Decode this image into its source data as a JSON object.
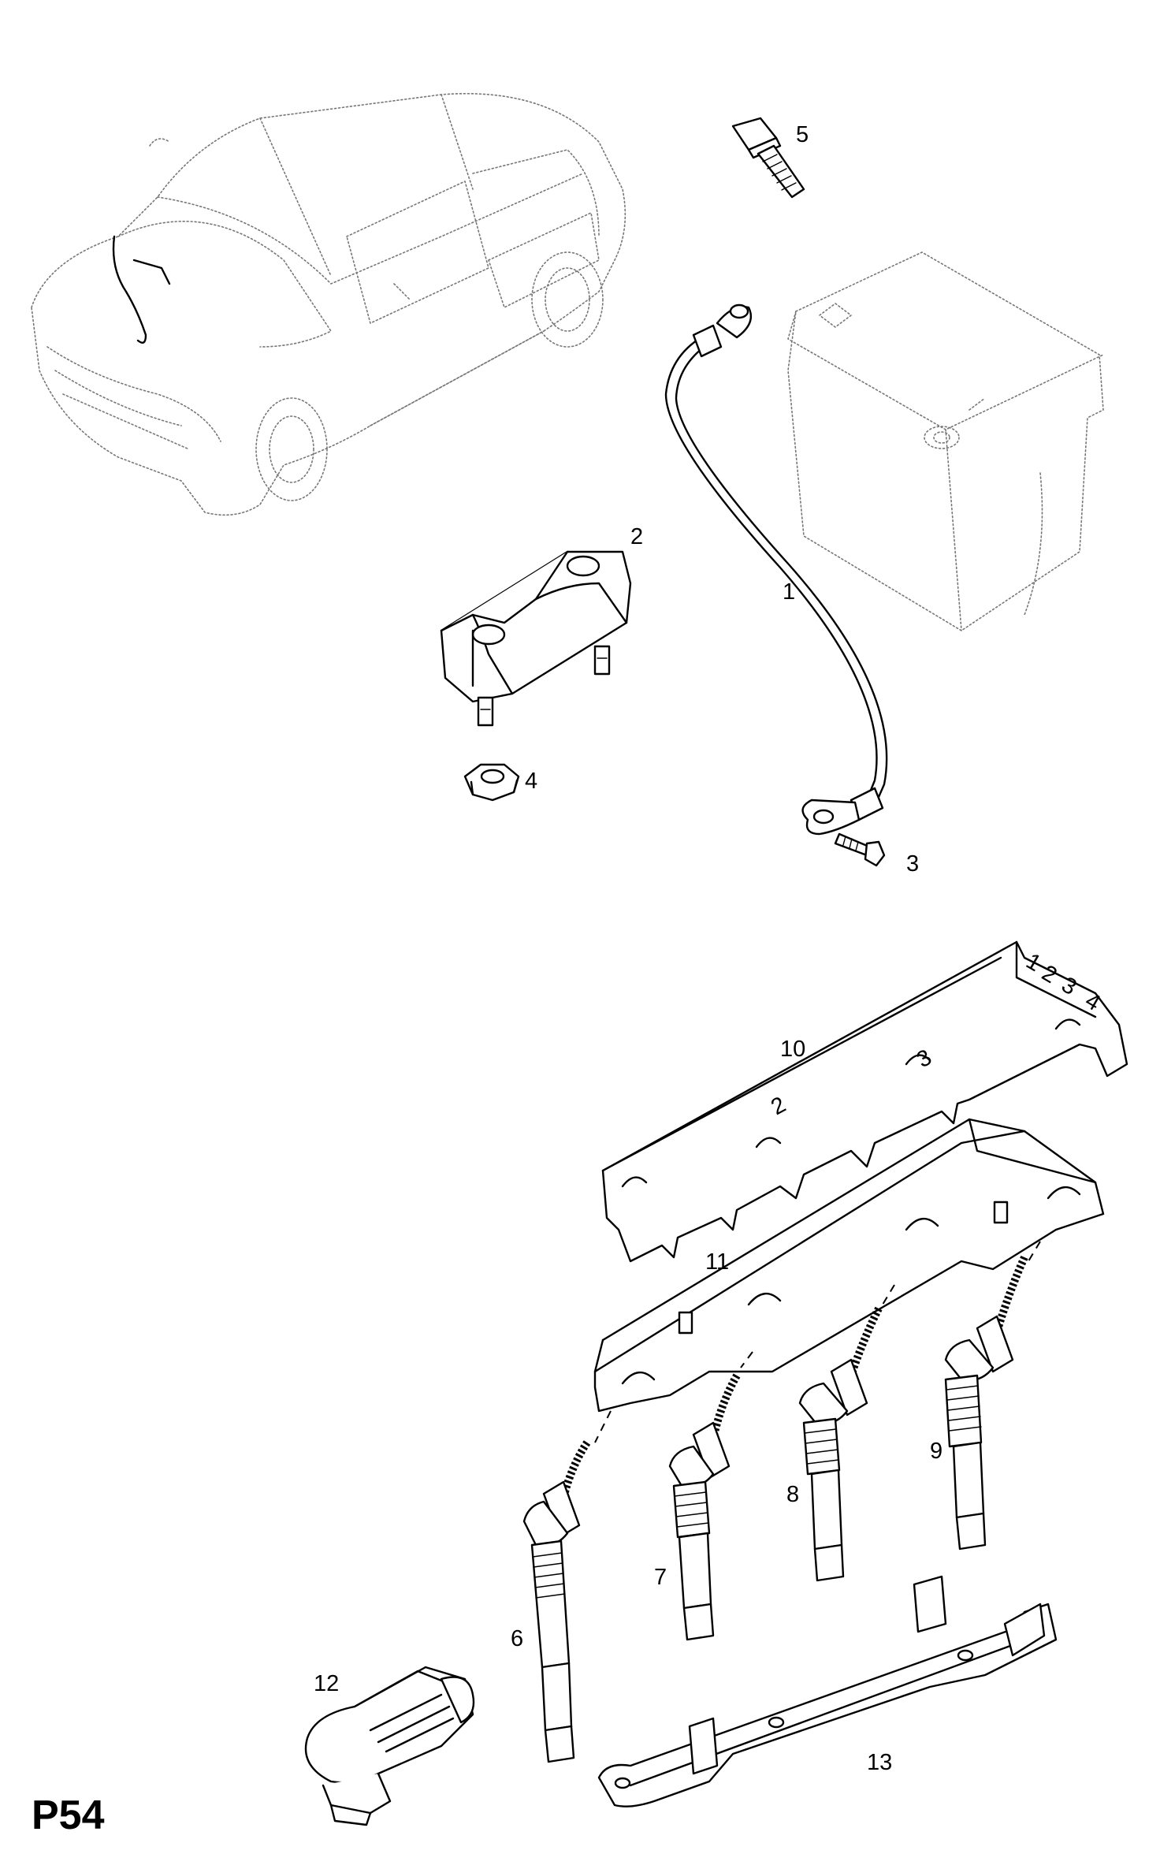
{
  "page_code": "P54",
  "callouts": {
    "c1": "1",
    "c2": "2",
    "c3": "3",
    "c4": "4",
    "c5": "5",
    "c6": "6",
    "c7": "7",
    "c8": "8",
    "c9": "9",
    "c10": "10",
    "c11": "11",
    "c12": "12",
    "c13": "13"
  },
  "connector_numbers": [
    "1",
    "2",
    "3",
    "4"
  ],
  "rail_numbers": [
    "2",
    "3"
  ]
}
